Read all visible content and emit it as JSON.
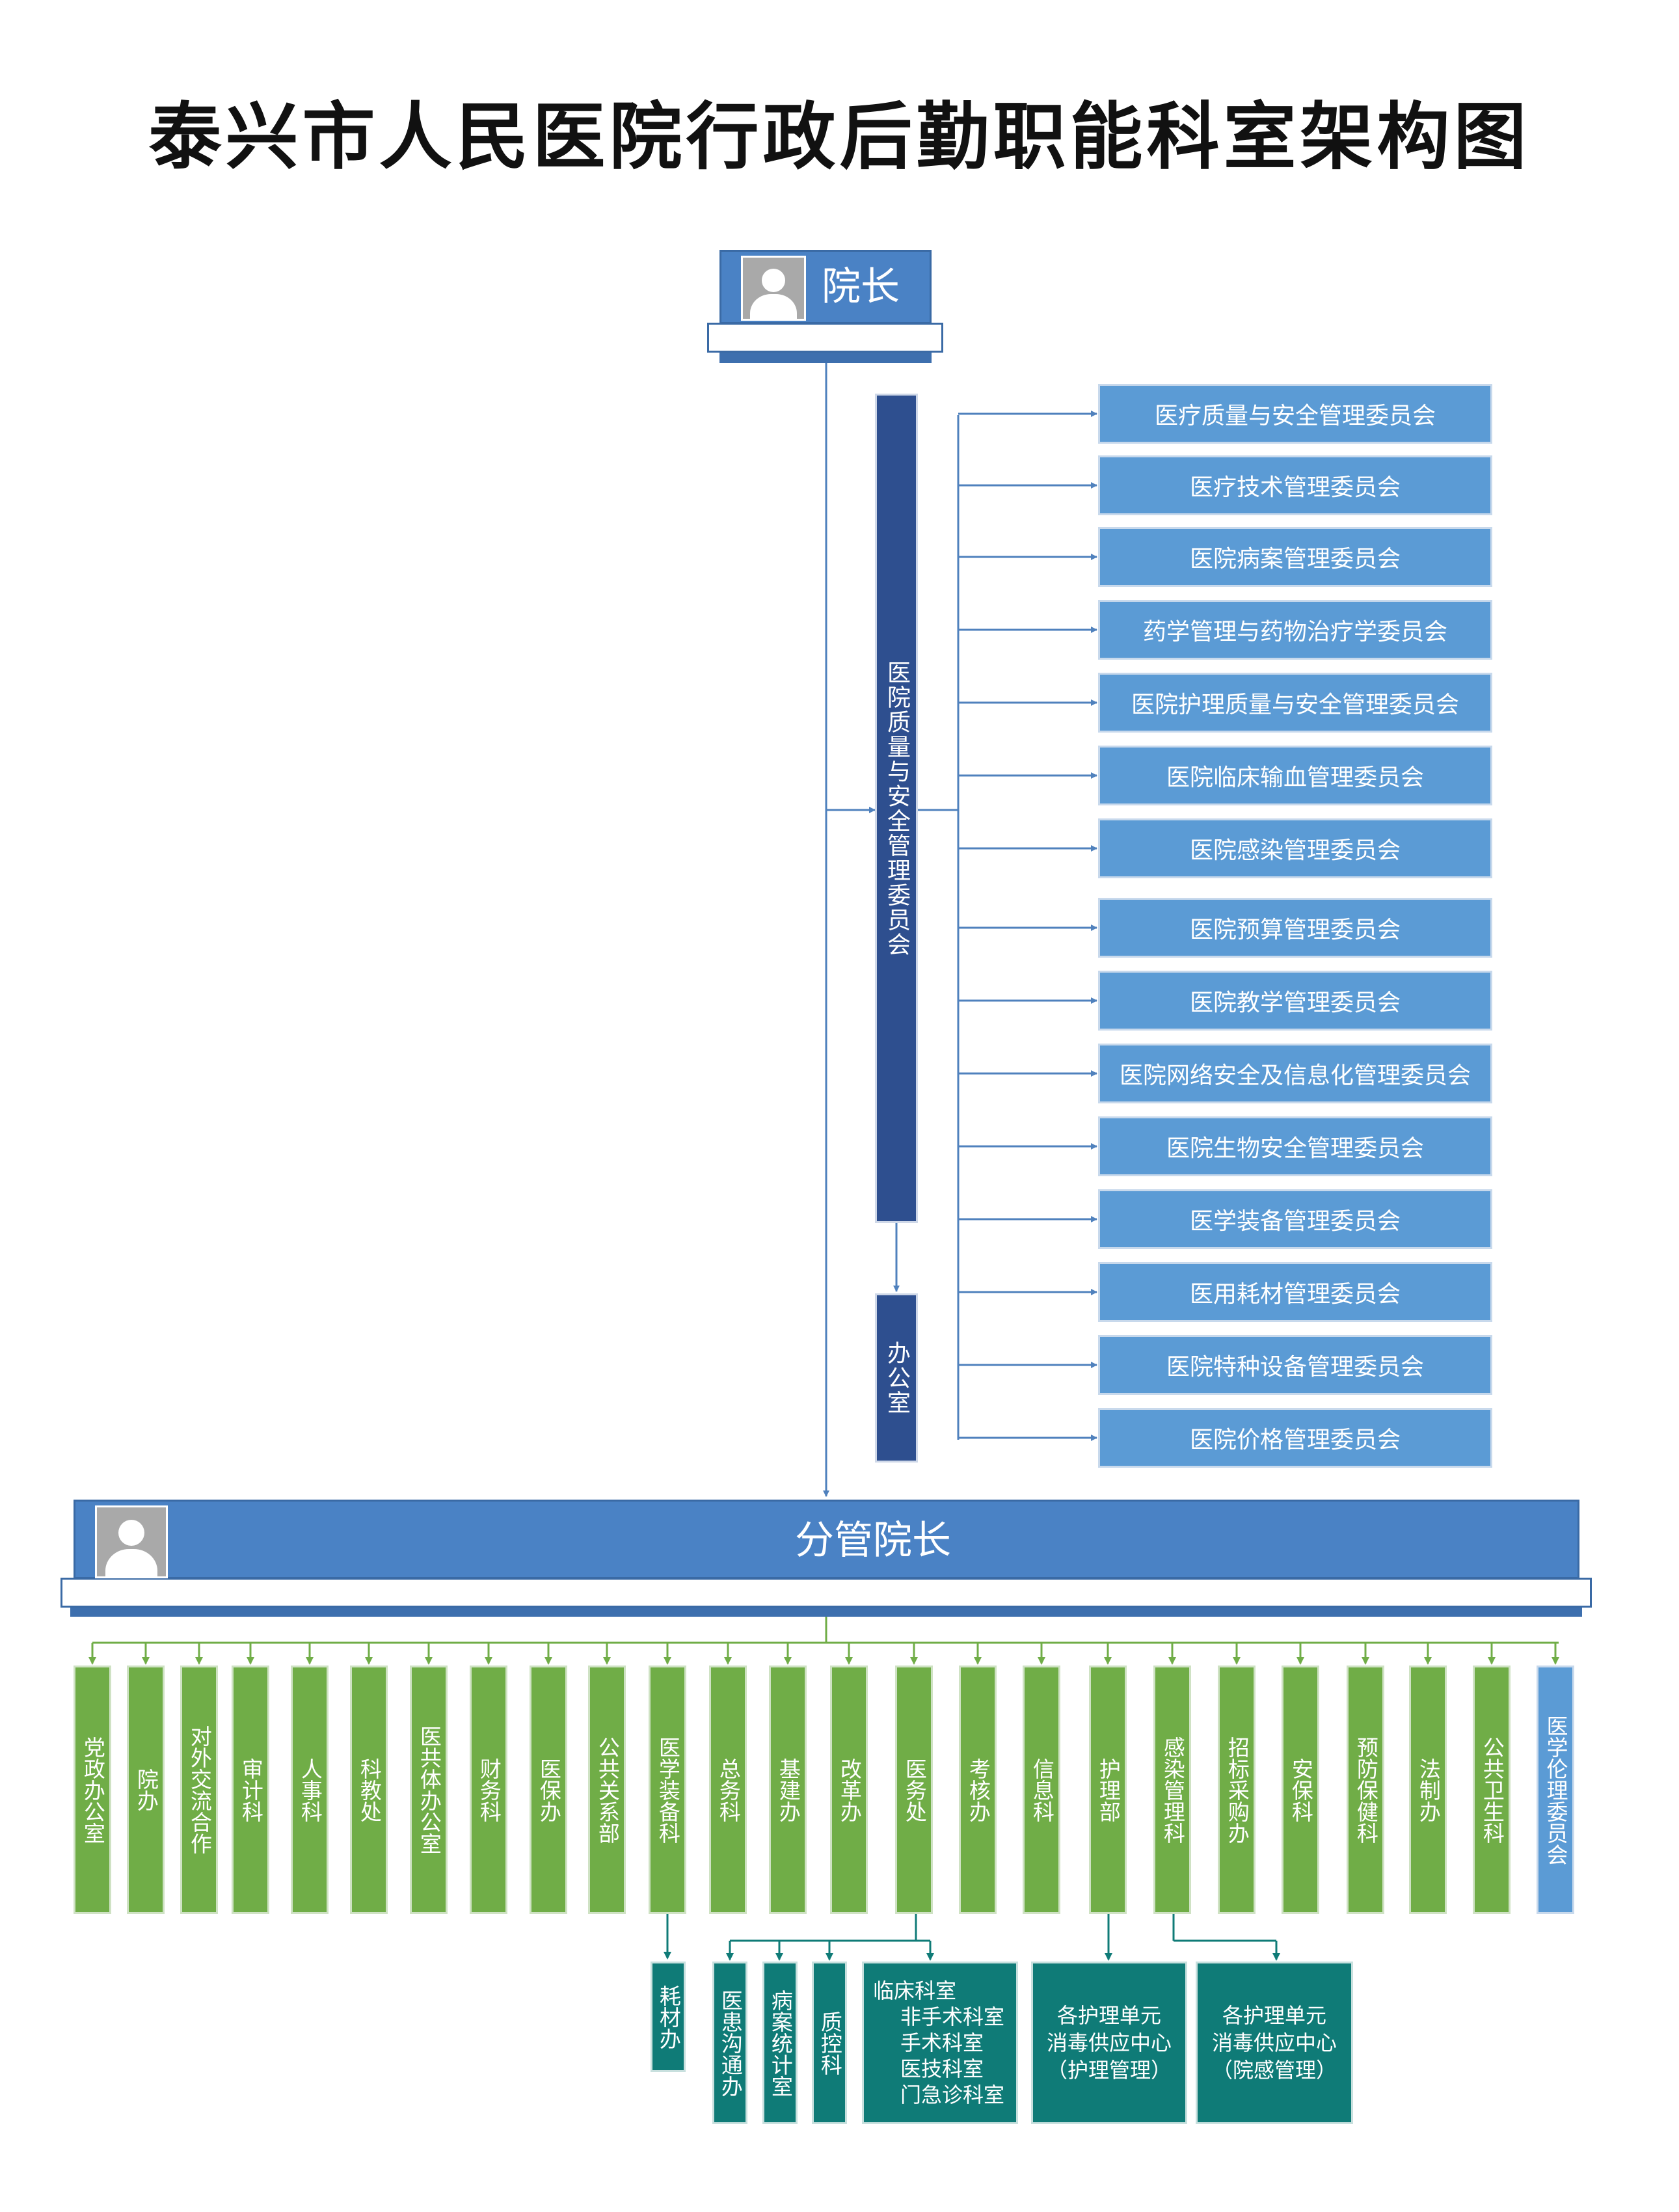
{
  "title": "泰兴市人民医院行政后勤职能科室架构图",
  "president": {
    "label": "院长"
  },
  "vice_president": {
    "label": "分管院长"
  },
  "quality_committee": {
    "label": "医院质量与安全管理委员会"
  },
  "office": {
    "label": "办公室"
  },
  "committees": [
    "医疗质量与安全管理委员会",
    "医疗技术管理委员会",
    "医院病案管理委员会",
    "药学管理与药物治疗学委员会",
    "医院护理质量与安全管理委员会",
    "医院临床输血管理委员会",
    "医院感染管理委员会",
    "医院预算管理委员会",
    "医院教学管理委员会",
    "医院网络安全及信息化管理委员会",
    "医院生物安全管理委员会",
    "医学装备管理委员会",
    "医用耗材管理委员会",
    "医院特种设备管理委员会",
    "医院价格管理委员会"
  ],
  "departments": [
    "党政办公室",
    "院办",
    "对外交流合作",
    "审计科",
    "人事科",
    "科教处",
    "医共体办公室",
    "财务科",
    "医保办",
    "公共关系部",
    "医学装备科",
    "总务科",
    "基建办",
    "改革办",
    "医务处",
    "考核办",
    "信息科",
    "护理部",
    "感染管理科",
    "招标采购办",
    "安保科",
    "预防保健科",
    "法制办",
    "公共卫生科",
    "医学伦理委员会"
  ],
  "sub_units": {
    "equipment": "耗材办",
    "medical_affairs": [
      "医患沟通办",
      "病案统计室",
      "质控科"
    ],
    "clinical": [
      "临床科室",
      "非手术科室",
      "手术科室",
      "医技科室",
      "门急诊科室"
    ],
    "nursing": [
      "各护理单元",
      "消毒供应中心",
      "（护理管理）"
    ],
    "infection": [
      "各护理单元",
      "消毒供应中心",
      "（院感管理）"
    ]
  },
  "colors": {
    "head_blue": "#4a82c5",
    "committee_blue": "#5b9bd5",
    "navy": "#2e4f8f",
    "green": "#70ad47",
    "teal": "#0f7b77",
    "line_blue": "#4f81bd",
    "line_green": "#70ad47"
  },
  "icons": {
    "avatar": "person-avatar-icon"
  }
}
